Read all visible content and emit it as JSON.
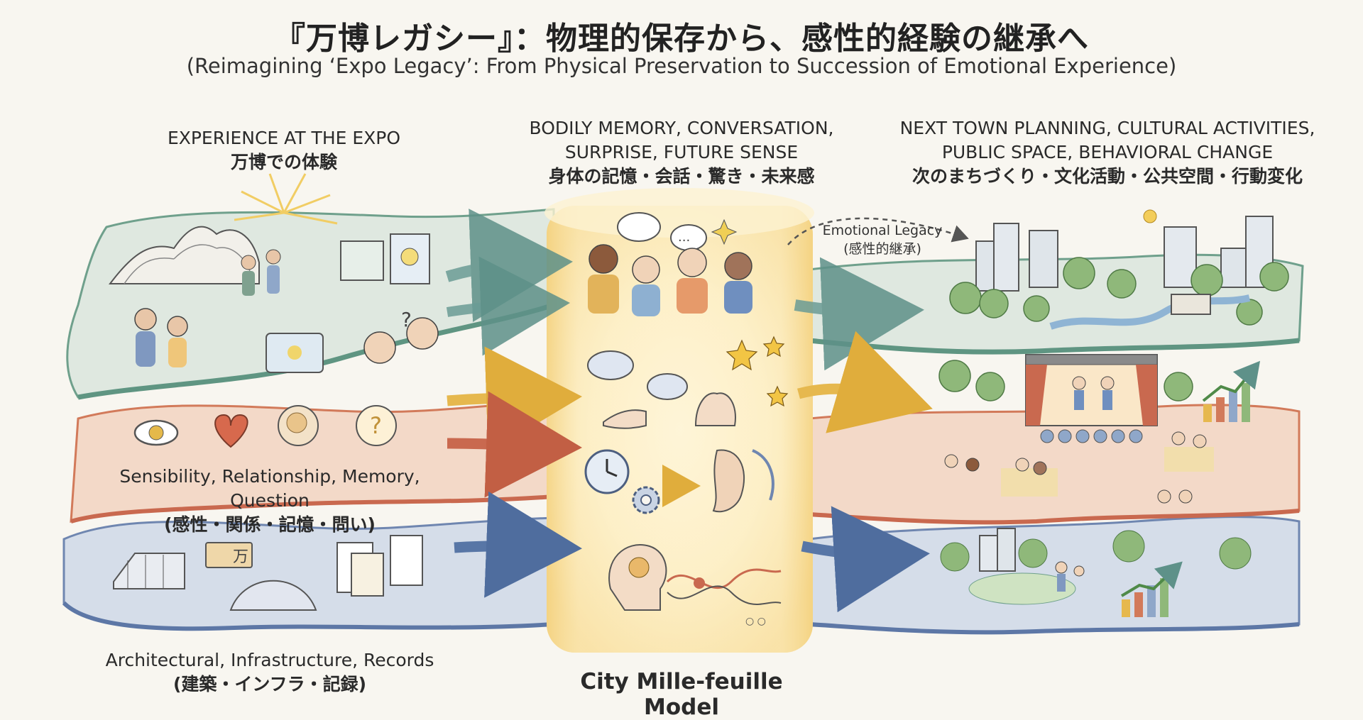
{
  "title": {
    "jp": "『万博レガシー』：物理的保存から、感性的経験の継承へ",
    "en": "(Reimagining ‘Expo Legacy’: From Physical Preservation to Succession of Emotional Experience)"
  },
  "left_header": {
    "en": "EXPERIENCE AT THE EXPO",
    "jp": "万博での体験"
  },
  "center_header": {
    "en_line1": "BODILY MEMORY, CONVERSATION,",
    "en_line2": "SURPRISE, FUTURE SENSE",
    "jp": "身体の記憶・会話・驚き・未来感"
  },
  "right_header": {
    "en_line1": "NEXT TOWN PLANNING, CULTURAL ACTIVITIES,",
    "en_line2": "PUBLIC SPACE, BEHAVIORAL CHANGE",
    "jp": "次のまちづくり・文化活動・公共空間・行動変化"
  },
  "middle_layer": {
    "en": "Sensibility, Relationship, Memory, Question",
    "jp": "(感性・関係・記憶・問い)"
  },
  "bottom_layer": {
    "en": "Architectural, Infrastructure, Records",
    "jp": "(建築・インフラ・記録)"
  },
  "emotional_legacy": {
    "en": "Emotional Legacy",
    "jp": "(感性的継承)"
  },
  "model_name": "City Mille-feuille Model",
  "icons": {
    "pavilion_sign": "万",
    "question_mark": "?",
    "speech_dots": "...",
    "thinking_dots": "○ ○"
  },
  "colors": {
    "layer_top": "#dfe8e0",
    "layer_top_edge": "#6fa08c",
    "layer_mid": "#f3d9c8",
    "layer_mid_edge": "#d27a5a",
    "layer_bot": "#d5dde9",
    "layer_bot_edge": "#6f86b0",
    "pillar_glow": "#fbe3a8",
    "arrow_teal": "#6b9c96",
    "arrow_yellow": "#e6b84e",
    "arrow_red": "#c9694f",
    "arrow_blue": "#5876a6"
  }
}
